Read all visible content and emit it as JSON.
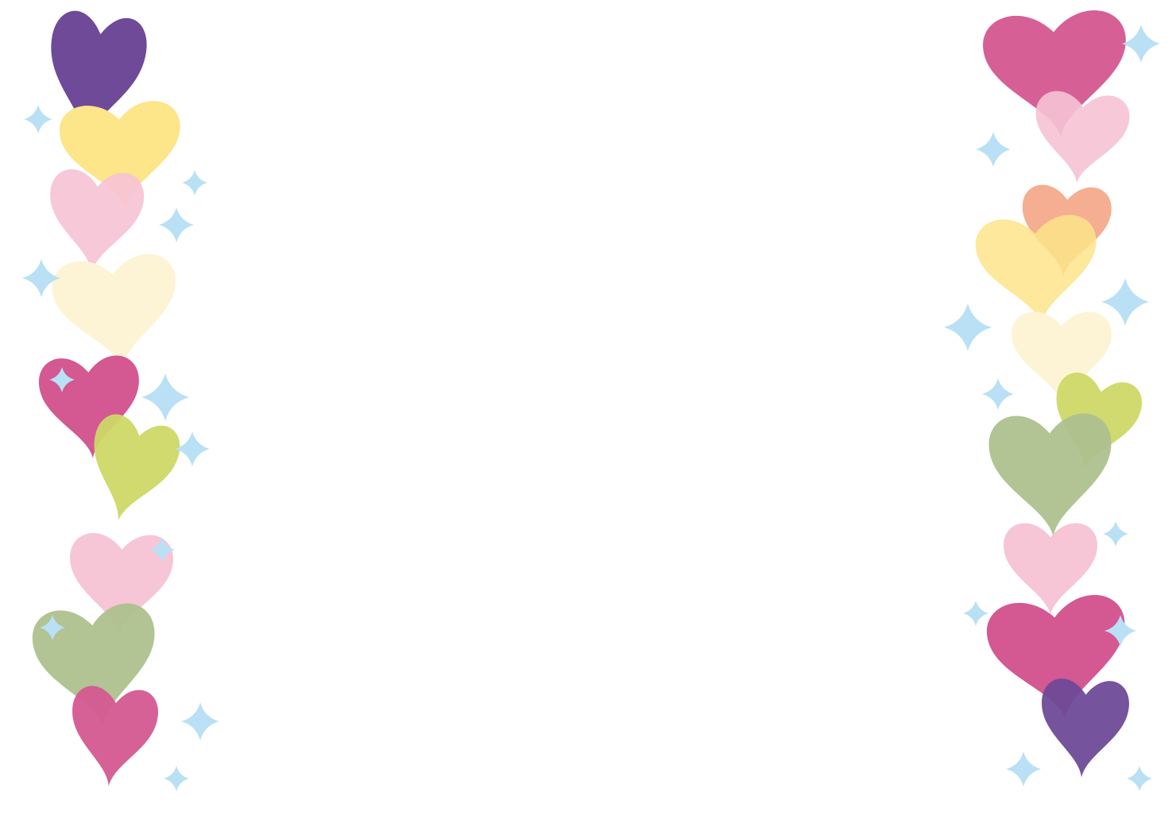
{
  "palette": {
    "background": "#ffffff",
    "purple": "#6f4a98",
    "yellow": "#fde58a",
    "light_pink": "#f6c3d4",
    "cream": "#fdf4d6",
    "magenta": "#d45891",
    "lime": "#cdd867",
    "sage": "#aec18f",
    "orange": "#f4a585",
    "sparkle": "#b9e0f5"
  },
  "decorations": {
    "left_column_hearts": [
      "purple",
      "yellow",
      "light_pink",
      "cream",
      "magenta",
      "lime",
      "light_pink",
      "sage",
      "magenta"
    ],
    "right_column_hearts": [
      "magenta",
      "light_pink",
      "orange",
      "yellow",
      "cream",
      "lime",
      "sage",
      "light_pink",
      "magenta",
      "purple"
    ],
    "patterns": [
      "speckle",
      "cross",
      "stripe",
      "dot"
    ],
    "sparkle_icon": "four-point-sparkle"
  }
}
